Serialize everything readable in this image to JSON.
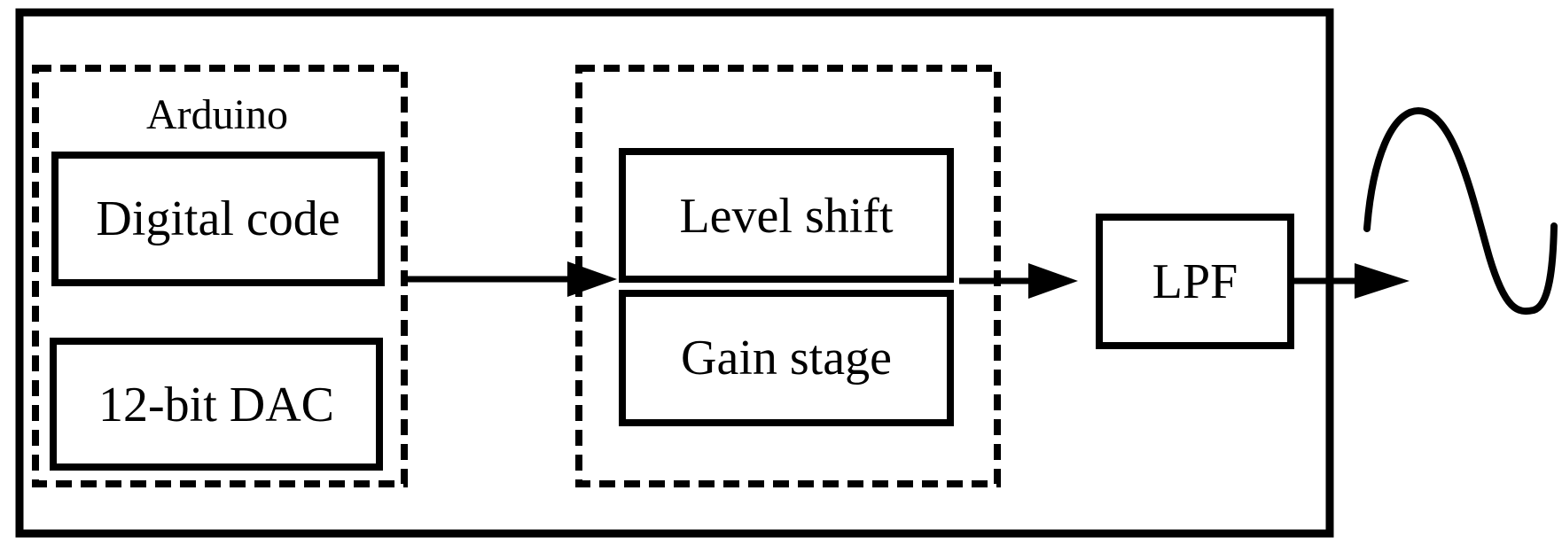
{
  "diagram": {
    "arduino_group": {
      "label": "Arduino"
    },
    "blocks": {
      "digital_code": "Digital code",
      "dac": "12-bit DAC",
      "level_shift": "Level shift",
      "gain_stage": "Gain stage",
      "lpf": "LPF"
    },
    "colors": {
      "stroke": "#000000",
      "background": "#ffffff"
    },
    "output_symbol": "sine-wave-icon"
  }
}
